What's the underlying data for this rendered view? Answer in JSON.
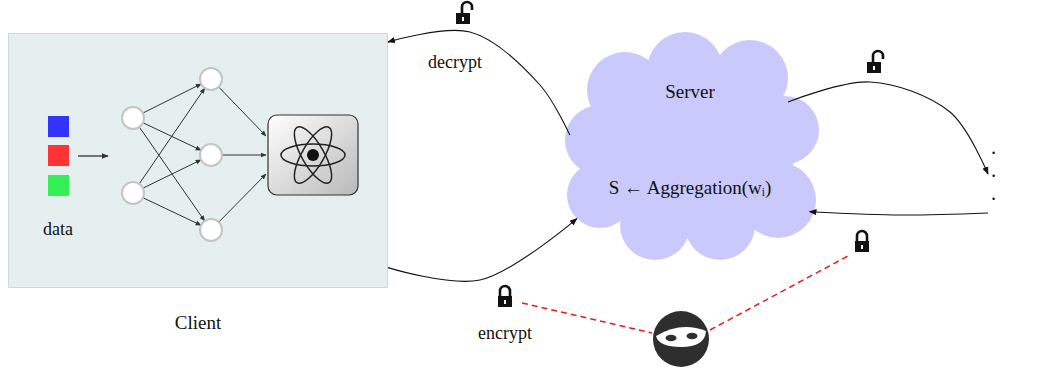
{
  "diagram": {
    "nodes": [
      {
        "text": [
          "Client"
        ]
      },
      {
        "text": [
          "Server",
          "S ← Aggregation(wᵢ)"
        ]
      },
      {
        "text": [
          "· · ·"
        ]
      }
    ],
    "edges": [
      {
        "from": 1,
        "to": 0,
        "arrow": "to",
        "label": "decrypt"
      },
      {
        "from": 0,
        "to": 1,
        "arrow": "to",
        "label": "encrypt"
      },
      {
        "from": 1,
        "to": 2,
        "arrow": "to"
      },
      {
        "from": 2,
        "to": 1,
        "arrow": "to"
      }
    ],
    "labels": [
      "data"
    ]
  }
}
